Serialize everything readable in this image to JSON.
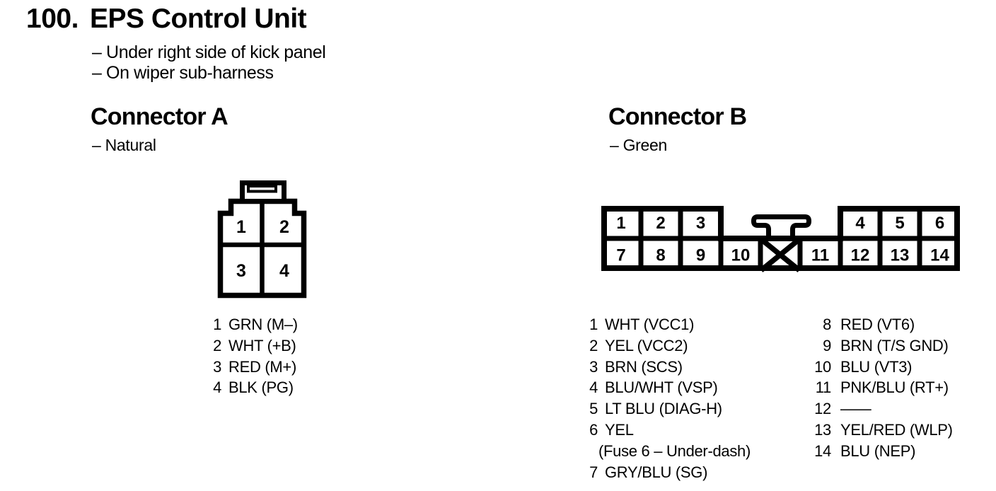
{
  "page": {
    "number": "100.",
    "title": "EPS Control Unit",
    "location_notes": [
      "– Under right side of kick panel",
      "– On wiper sub-harness"
    ]
  },
  "colors": {
    "ink": "#000000",
    "paper": "#ffffff"
  },
  "connector_a": {
    "heading": "Connector A",
    "color_note": "– Natural",
    "diagram": {
      "cells": [
        "1",
        "2",
        "3",
        "4"
      ]
    },
    "pins": [
      {
        "num": "1",
        "desc": "GRN (M–)"
      },
      {
        "num": "2",
        "desc": "WHT (+B)"
      },
      {
        "num": "3",
        "desc": "RED (M+)"
      },
      {
        "num": "4",
        "desc": "BLK (PG)"
      }
    ]
  },
  "connector_b": {
    "heading": "Connector B",
    "color_note": "– Green",
    "diagram": {
      "top_cells": [
        "1",
        "2",
        "3",
        "4",
        "5",
        "6"
      ],
      "bottom_cells": [
        "7",
        "8",
        "9",
        "10",
        "11",
        "12",
        "13",
        "14"
      ],
      "blocked_cavity": "X"
    },
    "pins_left": [
      {
        "num": "1",
        "desc": "WHT (VCC1)"
      },
      {
        "num": "2",
        "desc": "YEL (VCC2)"
      },
      {
        "num": "3",
        "desc": "BRN (SCS)"
      },
      {
        "num": "4",
        "desc": "BLU/WHT (VSP)"
      },
      {
        "num": "5",
        "desc": "LT BLU (DIAG-H)"
      },
      {
        "num": "6",
        "desc": "YEL"
      },
      {
        "num": "",
        "desc": "(Fuse 6 – Under-dash)"
      },
      {
        "num": "7",
        "desc": "GRY/BLU (SG)"
      }
    ],
    "pins_right": [
      {
        "num": "8",
        "desc": "RED (VT6)"
      },
      {
        "num": "9",
        "desc": "BRN (T/S GND)"
      },
      {
        "num": "10",
        "desc": "BLU (VT3)"
      },
      {
        "num": "11",
        "desc": "PNK/BLU (RT+)"
      },
      {
        "num": "12",
        "desc": "——"
      },
      {
        "num": "13",
        "desc": "YEL/RED (WLP)"
      },
      {
        "num": "14",
        "desc": "BLU (NEP)"
      }
    ]
  }
}
